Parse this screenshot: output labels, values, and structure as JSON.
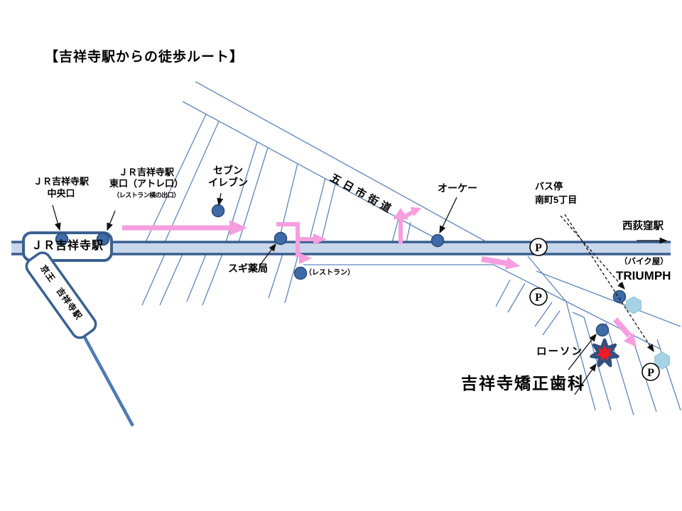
{
  "title": "【吉祥寺駅からの徒歩ルート】",
  "colors": {
    "route_pink": "#f79ee0",
    "road_fill": "#c9d7ec",
    "road_border": "#3a5f8f",
    "street_line": "#5f86ba",
    "marker_blue": "#3e6ba8",
    "bus_stop_blue": "#a5d2e4",
    "destination_red": "#ee1c25",
    "destination_outline": "#31507e"
  },
  "stations": {
    "jr_kichijoji_box": "ＪＲ吉祥寺駅",
    "keio_kichijoji_box": "京王　吉祥寺駅",
    "central_exit": {
      "line1": "ＪＲ吉祥寺駅",
      "line2": "中央口"
    },
    "east_exit": {
      "line1": "ＪＲ吉祥寺駅",
      "line2": "東口（アトレ口）",
      "line3": "（レストラン横の出口）"
    },
    "nishiogikubo": "西荻窪駅"
  },
  "roads": {
    "itsukaichi_kaido": "五日市街道"
  },
  "landmarks": {
    "seven_eleven": {
      "line1": "セブン",
      "line2": "イレブン"
    },
    "ok_store": "オーケー",
    "sugi_pharmacy": "スギ薬局",
    "restaurant": "（レストラン）",
    "bus_stop": {
      "line1": "バス停",
      "line2": "南町5丁目"
    },
    "bike_shop": {
      "line1": "（バイク屋）",
      "line2": "TRIUMPH"
    },
    "lawson": "ローソン",
    "parking_symbol": "P"
  },
  "destination": {
    "name": "吉祥寺矯正歯科"
  }
}
